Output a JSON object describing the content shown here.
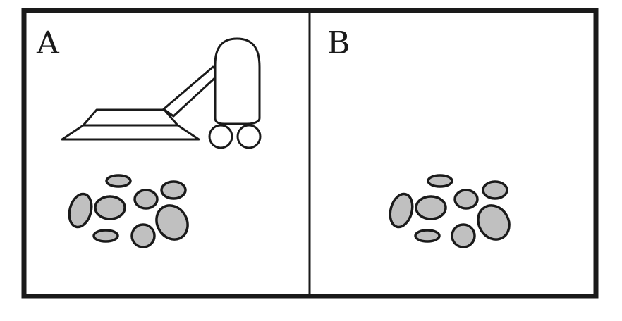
{
  "panels": [
    {
      "label": "A",
      "contents": [
        "vacuum-cleaner",
        "pebbles"
      ]
    },
    {
      "label": "B",
      "contents": [
        "pebbles"
      ]
    }
  ],
  "colors": {
    "stroke": "#1a1a1a",
    "pebble_fill": "#c0c0c0",
    "background": "#ffffff"
  }
}
